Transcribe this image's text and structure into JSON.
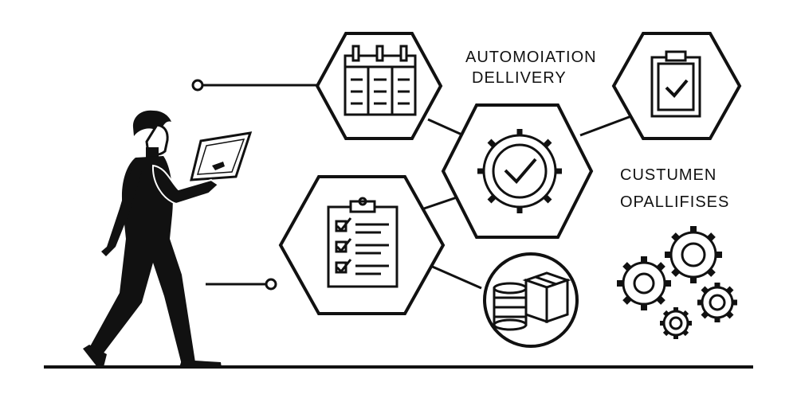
{
  "colors": {
    "ink": "#111111",
    "background": "#ffffff"
  },
  "labels": {
    "top_line1": "AUTOMOIATION",
    "top_line2": "DELLIVERY",
    "right_line1": "CUSTUMEN",
    "right_line2": "OPALLIFISES"
  },
  "icons": [
    "person-with-tablet-icon",
    "calendar-icon",
    "clipboard-check-icon",
    "gear-check-icon",
    "checklist-clipboard-icon",
    "coins-box-icon",
    "gears-cluster-icon"
  ]
}
